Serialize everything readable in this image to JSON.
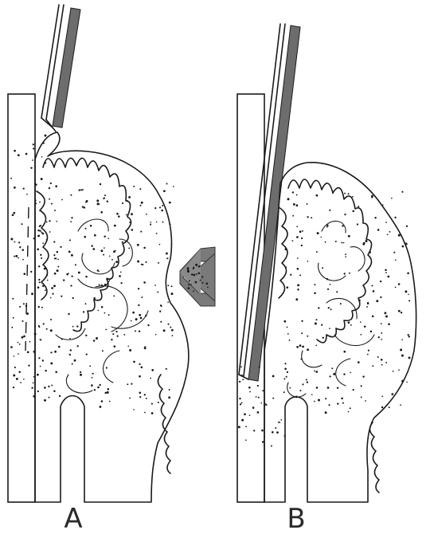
{
  "panels": [
    {
      "id": "A",
      "label": "A"
    },
    {
      "id": "B",
      "label": "B"
    }
  ],
  "colors": {
    "ink": "#1a1a1a",
    "blade": "#6d6d6d",
    "arrow": "#7a7a7a",
    "background": "#ffffff"
  }
}
